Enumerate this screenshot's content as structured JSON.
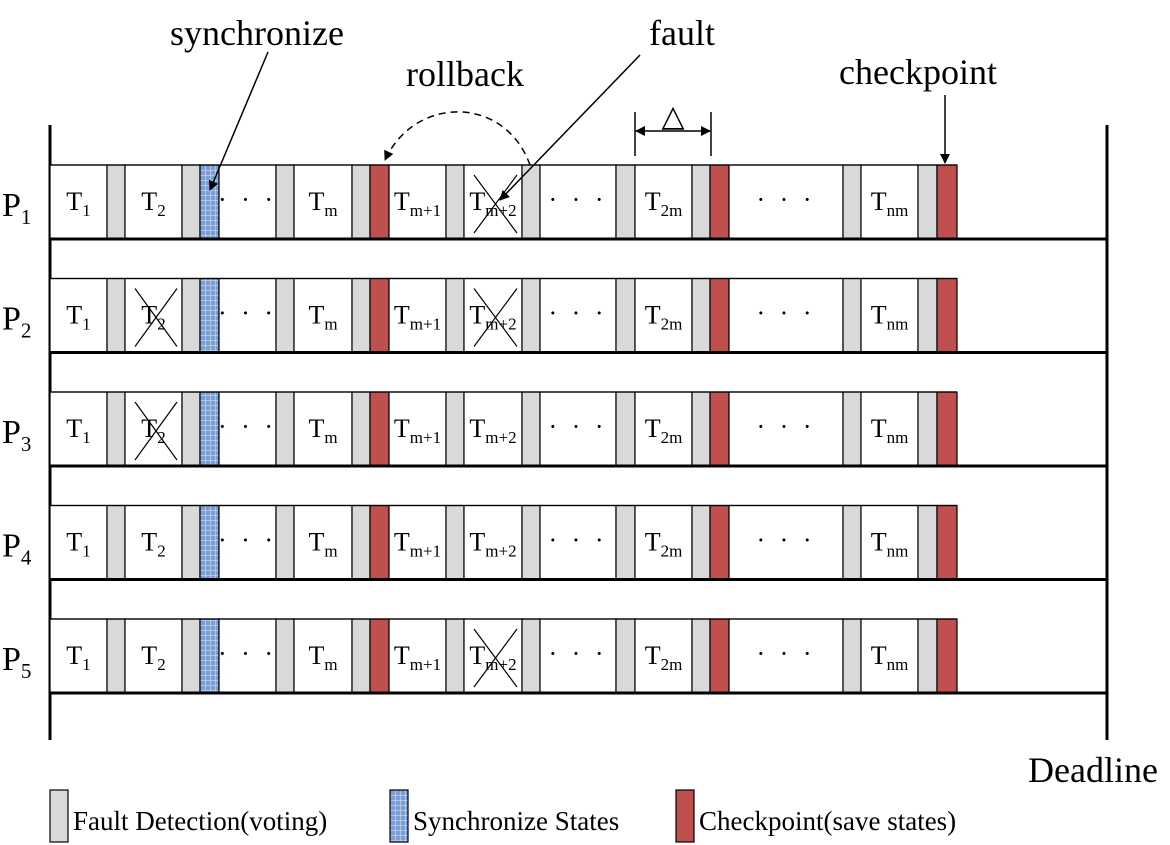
{
  "annotations": {
    "synchronize": "synchronize",
    "rollback": "rollback",
    "fault": "fault",
    "checkpoint": "checkpoint",
    "delta": "△",
    "deadline": "Deadline"
  },
  "processors": [
    {
      "name": "P",
      "sub": "1",
      "crossed": [
        "m+2"
      ]
    },
    {
      "name": "P",
      "sub": "2",
      "crossed": [
        "2",
        "m+2"
      ]
    },
    {
      "name": "P",
      "sub": "3",
      "crossed": [
        "2"
      ]
    },
    {
      "name": "P",
      "sub": "4",
      "crossed": []
    },
    {
      "name": "P",
      "sub": "5",
      "crossed": [
        "m+2"
      ]
    }
  ],
  "tasks": [
    {
      "id": "1",
      "label": "T",
      "sub": "1"
    },
    {
      "id": "2",
      "label": "T",
      "sub": "2"
    },
    {
      "id": "m",
      "label": "T",
      "sub": "m"
    },
    {
      "id": "m+1",
      "label": "T",
      "sub": "m+1"
    },
    {
      "id": "m+2",
      "label": "T",
      "sub": "m+2"
    },
    {
      "id": "2m",
      "label": "T",
      "sub": "2m"
    },
    {
      "id": "nm",
      "label": "T",
      "sub": "nm"
    }
  ],
  "ellipsis": "· · ·",
  "legend": [
    {
      "kind": "fault-detection",
      "label": "Fault Detection(voting)",
      "color": "#d9d9d9"
    },
    {
      "kind": "synchronize",
      "label": "Synchronize States",
      "color": "#7b9fd4"
    },
    {
      "kind": "checkpoint",
      "label": "Checkpoint(save states)",
      "color": "#c0504d"
    }
  ],
  "colors": {
    "fault_detection": "#d9d9d9",
    "synchronize": "#7b9fd4",
    "checkpoint": "#c0504d",
    "line": "#000000"
  }
}
